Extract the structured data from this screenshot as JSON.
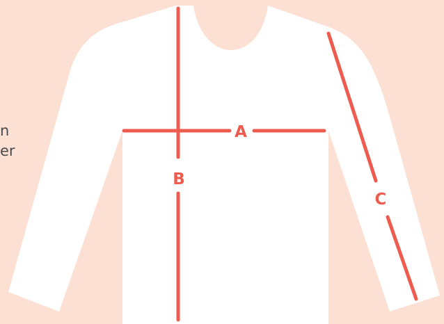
{
  "colors": {
    "background": "#fde0d4",
    "garment": "#ffffff",
    "measure_line": "#ee5c50",
    "side_text": "#4a4a4a"
  },
  "side_text": {
    "line1": "n",
    "line2": "er"
  },
  "measurements": {
    "a_label": "A",
    "b_label": "B",
    "c_label": "C"
  }
}
